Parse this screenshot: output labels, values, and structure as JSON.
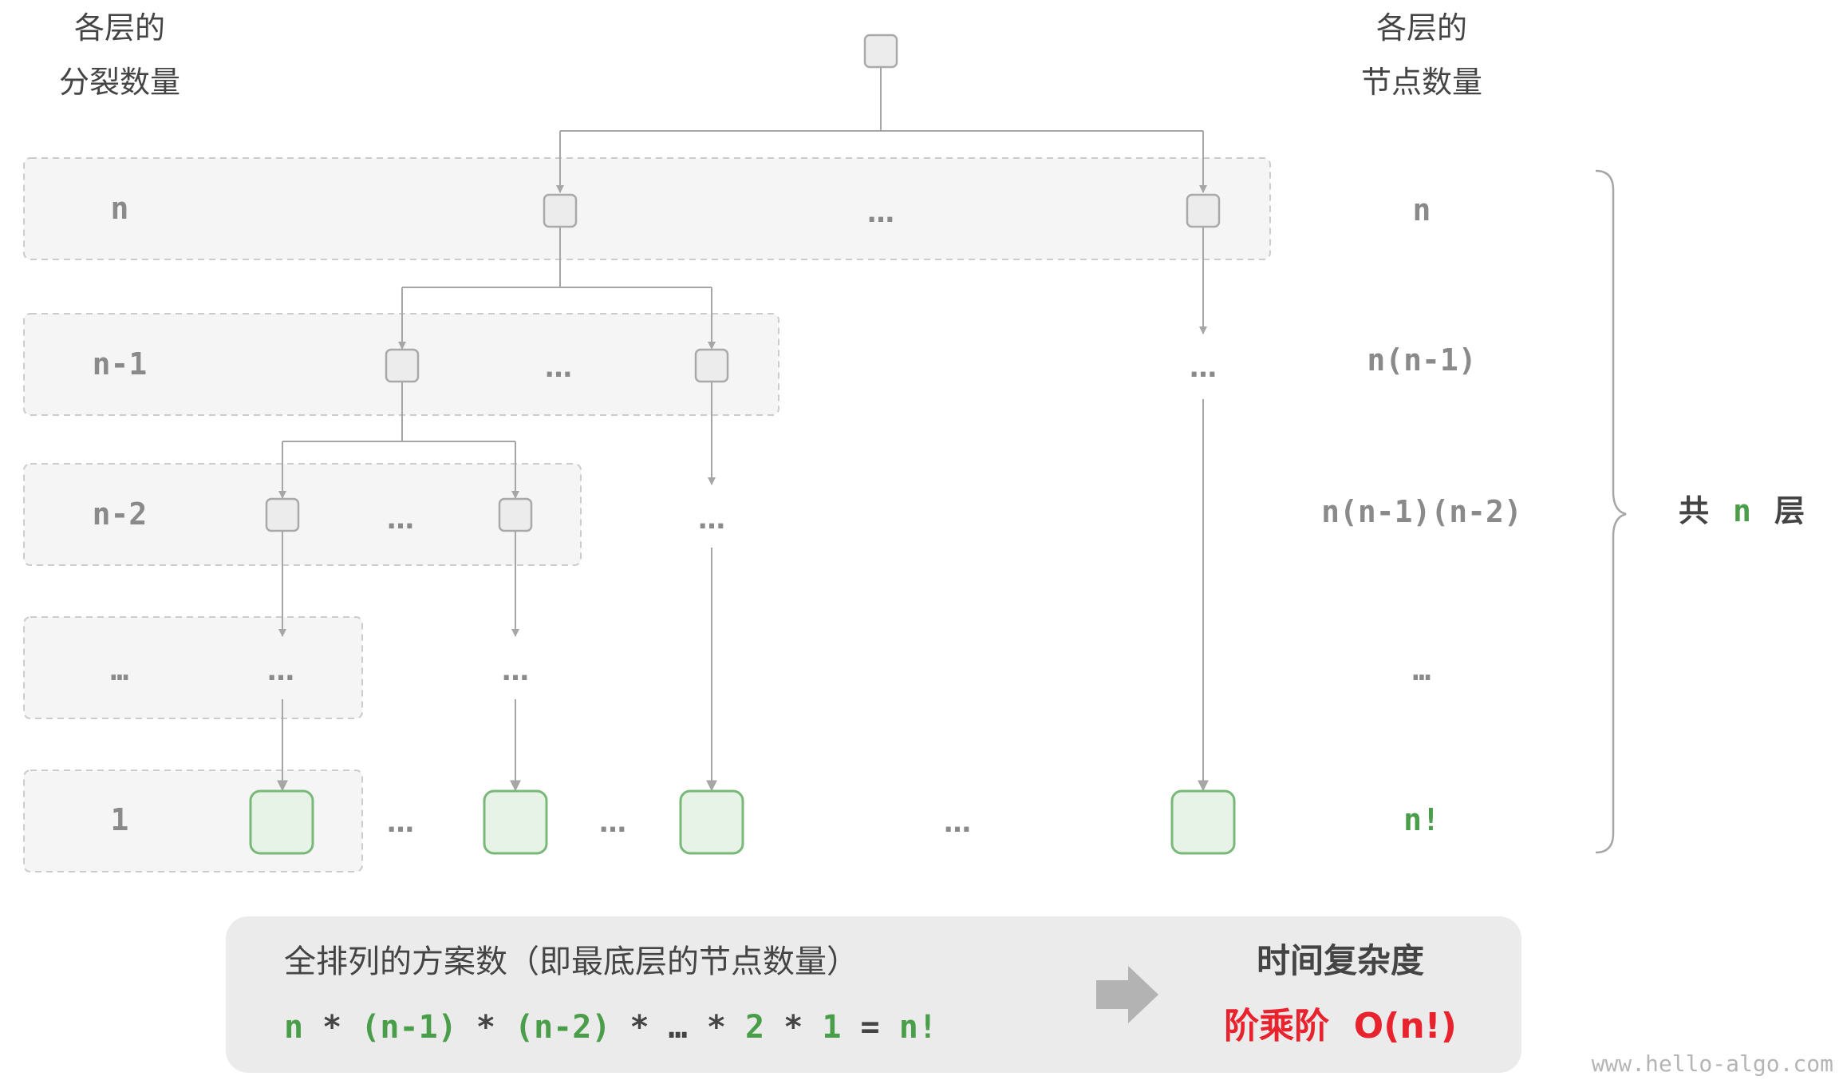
{
  "headers": {
    "left_line1": "各层的",
    "left_line2": "分裂数量",
    "right_line1": "各层的",
    "right_line2": "节点数量"
  },
  "levels": [
    {
      "split": "n",
      "count": "n"
    },
    {
      "split": "n-1",
      "count": "n(n-1)"
    },
    {
      "split": "n-2",
      "count": "n(n-1)(n-2)"
    },
    {
      "split": "…",
      "count": "…"
    },
    {
      "split": "1",
      "count": "n!"
    }
  ],
  "ellipsis": "…",
  "brace_label": {
    "prefix": "共",
    "n": "n",
    "suffix": "层"
  },
  "summary": {
    "title": "全排列的方案数（即最底层的节点数量）",
    "formula": [
      {
        "text": "n",
        "tone": "green"
      },
      {
        "text": " * ",
        "tone": "dark"
      },
      {
        "text": "(n-1)",
        "tone": "green"
      },
      {
        "text": " * ",
        "tone": "dark"
      },
      {
        "text": "(n-2)",
        "tone": "green"
      },
      {
        "text": " * … * ",
        "tone": "dark"
      },
      {
        "text": "2",
        "tone": "green"
      },
      {
        "text": " * ",
        "tone": "dark"
      },
      {
        "text": "1",
        "tone": "green"
      },
      {
        "text": " = ",
        "tone": "dark"
      },
      {
        "text": "n!",
        "tone": "green"
      }
    ],
    "complexity_title": "时间复杂度",
    "complexity_value": "阶乘阶  O(n!)"
  },
  "watermark": "www.hello-algo.com",
  "colors": {
    "node_fill": "#ececec",
    "node_stroke": "#a9a9a9",
    "leaf_fill": "#e6f3e6",
    "leaf_stroke": "#79b879",
    "band_fill": "#f5f5f5",
    "band_stroke": "#cccccc",
    "edge": "#a6a6a6",
    "label_gray": "#8a8a8a",
    "green": "#4a9e4a",
    "red": "#e8232d",
    "dark": "#444444"
  }
}
